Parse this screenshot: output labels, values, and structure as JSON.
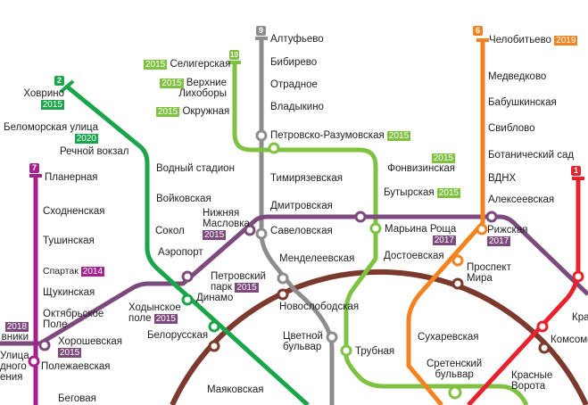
{
  "colors": {
    "line1": "#e8222d",
    "line2": "#1aa54a",
    "line6": "#f58220",
    "line7": "#a5218d",
    "line9": "#8d8d8d",
    "line10": "#7fc241",
    "line11": "#7d4a7d",
    "line5": "#7b3a2d"
  },
  "line_numbers": {
    "l1": "1",
    "l2": "2",
    "l6": "6",
    "l7": "7",
    "l9": "9",
    "l10": "10"
  },
  "stations": {
    "khovrino": "Ховрино",
    "belomorskaya": "Беломорская улица",
    "rechnoy": "Речной вокзал",
    "vodny": "Водный стадион",
    "voykovskaya": "Войковская",
    "sokol": "Сокол",
    "aeroport": "Аэропорт",
    "dinamo": "Динамо",
    "belorusskaya": "Белорусская",
    "mayakovskaya": "Маяковская",
    "planernaya": "Планерная",
    "skhodnenskaya": "Сходненская",
    "tushinskaya": "Тушинская",
    "spartak": "Спартак",
    "shchukinskaya": "Щукинская",
    "oktyabrskoe1": "Октябрьское",
    "oktyabrskoe2": "Поле",
    "polezhaevskaya": "Полежаевская",
    "begovaya": "Беговая",
    "vniki": "вники",
    "ulitsa1": "Улица",
    "ulitsa2": "дного",
    "ulitsa3": "ения",
    "khoroshevskaya": "Хорошевская",
    "khodynskoe1": "Ходынское",
    "khodynskoe2": "поле",
    "petrovsky1": "Петровский",
    "petrovsky2": "парк",
    "nizhnyaya1": "Нижняя",
    "nizhnyaya2": "Масловка",
    "altufevo": "Алтуфьево",
    "bibirevo": "Бибирево",
    "otradnoe": "Отрадное",
    "vladykino": "Владыкино",
    "petrovsko": "Петровско-Разумовская",
    "timiryazevskaya": "Тимирязевская",
    "dmitrovskaya": "Дмитровская",
    "savelovskaya": "Савеловская",
    "mendeleevskaya": "Менделеевская",
    "novoslobodskaya": "Новослободская",
    "tsvetnoy1": "Цветной",
    "tsvetnoy2": "бульвар",
    "seligerskaya": "Селигерская",
    "verkhnie1": "Верхние",
    "verkhnie2": "Лихоборы",
    "okruzhnaya": "Окружная",
    "fonvizinskaya": "Фонвизинская",
    "butyrskaya": "Бутырская",
    "maryina": "Марьина Роща",
    "dostoevskaya": "Достоевская",
    "trubnaya": "Трубная",
    "sretensky1": "Сретенский",
    "sretensky2": "бульвар",
    "chelobitevo": "Челобитьево",
    "medvedkovo": "Медведково",
    "babushkinskaya": "Бабушкинская",
    "sviblovo": "Свиблово",
    "botanichesky": "Ботанический сад",
    "vdnkh": "ВДНХ",
    "alekseevskaya": "Алексеевская",
    "rizhskaya": "Рижская",
    "prospekt1": "Проспект",
    "prospekt2": "Мира",
    "sukharevskaya": "Сухаревская",
    "komsomolskaya": "Комсомо",
    "krasnye1": "Красные",
    "krasnye2": "Ворота",
    "kras": "Крас"
  },
  "years": {
    "khovrino": "2015",
    "belomorskaya": "2020",
    "spartak": "2014",
    "vniki": "2018",
    "khoroshevskaya": "2015",
    "khodynskoe": "2015",
    "petrovsky": "2015",
    "nizhnyaya": "2015",
    "petrovsko": "2015",
    "seligerskaya": "2015",
    "verkhnie": "2015",
    "okruzhnaya": "2015",
    "fonvizinskaya": "2015",
    "butyrskaya": "2015",
    "maryina": "2017",
    "rizhskaya": "2017",
    "chelobitevo": "2019"
  }
}
